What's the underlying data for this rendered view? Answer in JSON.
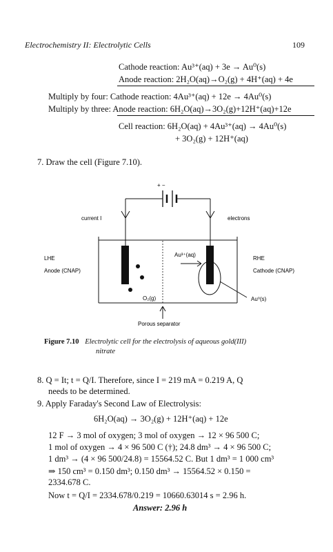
{
  "header": {
    "left": "Electrochemistry II: Electrolytic Cells",
    "right": "109"
  },
  "reactions": {
    "cathode": "Cathode reaction: Au³⁺(aq) + 3e → Au⁰(s)",
    "anode": "Anode reaction: 2H₂O(aq)→O₂(g) + 4H⁺(aq) + 4e",
    "mult_four": "Multiply by four: Cathode reaction: 4Au³⁺(aq) + 12e → 4Au⁰(s)",
    "mult_three": "Multiply by three: Anode reaction: 6H₂O(aq)→3O₂(g)+12H⁺(aq)+12e",
    "cell_1": "Cell reaction: 6H₂O(aq) + 4Au³⁺(aq) → 4Au⁰(s)",
    "cell_2": "+ 3O₂(g) + 12H⁺(aq)"
  },
  "item7": "7. Draw the cell (Figure 7.10).",
  "figure": {
    "polarity": "+ −",
    "current": "current I",
    "electrons": "electrons",
    "lhe": "LHE",
    "anode": "Anode (CNAP)",
    "rhe": "RHE",
    "cathode": "Cathode (CNAP)",
    "au_ion": "Au³⁺(aq)",
    "o2": "O₂(g)",
    "au0": "Au⁰(s)",
    "separator": "Porous separator"
  },
  "caption": {
    "label": "Figure 7.10",
    "text_1": "Electrolytic cell for the electrolysis of aqueous gold(III)",
    "text_2": "nitrate"
  },
  "item8": {
    "line1": "8. Q = It; t = Q/I. Therefore, since I = 219 mA = 0.219 A, Q",
    "line2": "needs to be determined."
  },
  "item9": {
    "line1": "9. Apply Faraday's Second Law of Electrolysis:",
    "equation": "6H₂O(aq) → 3O₂(g) + 12H⁺(aq) + 12e",
    "p1": "12 F → 3 mol of oxygen; 3 mol of oxygen → 12 × 96 500 C;",
    "p2": "1 mol of oxygen → 4 × 96 500 C (†); 24.8 dm³ → 4 × 96 500 C;",
    "p3": "1 dm³ → (4 × 96 500/24.8) = 15564.52 C. But 1 dm³ = 1 000 cm³",
    "p4": "⇒ 150 cm³ = 0.150 dm³; 0.150 dm³ → 15564.52 × 0.150 =",
    "p5": "2334.678 C.",
    "p6": "Now t = Q/I = 2334.678/0.219 = 10660.63014 s = 2.96 h."
  },
  "answer": "Answer: 2.96 h"
}
